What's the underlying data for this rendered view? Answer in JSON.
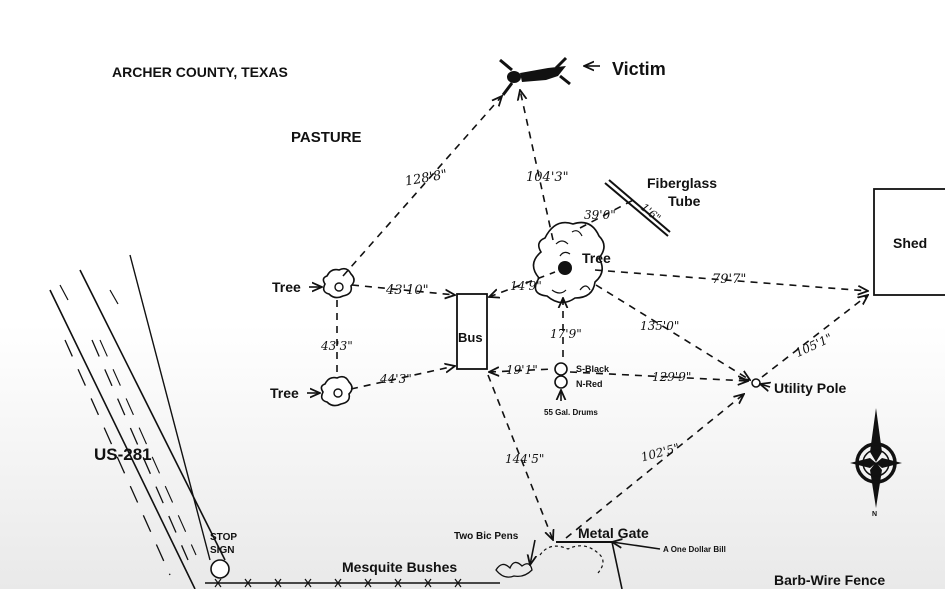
{
  "title": "ARCHER COUNTY, TEXAS",
  "area_label": "PASTURE",
  "victim_label": "Victim",
  "fiberglass_line1": "Fiberglass",
  "fiberglass_line2": "Tube",
  "tube_measure": "1'6\"",
  "shed_label": "Shed",
  "tree_labels": {
    "upper_left": "Tree",
    "lower_left": "Tree",
    "center": "Tree"
  },
  "bus_label": "Bus",
  "drums": {
    "south": "S-Black",
    "north": "N-Red",
    "caption": "55 Gal. Drums"
  },
  "utility_pole": "Utility Pole",
  "road_label": "US-281",
  "stop_sign": {
    "line1": "STOP",
    "line2": "SIGN"
  },
  "metal_gate": "Metal Gate",
  "two_bic_pens": "Two Bic Pens",
  "dollar_bill": "A One Dollar Bill",
  "mesquite_bushes": "Mesquite Bushes",
  "barb_wire_fence": "Barb-Wire Fence",
  "compass_north": "N",
  "measurements": {
    "tree_to_victim": "128'8\"",
    "tree_center_to_victim": "104'3\"",
    "tree_center_to_tube": "39'0\"",
    "tree_center_to_shed": "79'7\"",
    "tree_left_to_bus": "43'10\"",
    "bus_to_tree_center": "14'9\"",
    "tree_center_to_pole": "135'0\"",
    "tree_to_tree": "43'3\"",
    "lower_tree_to_bus": "44'3\"",
    "tree_center_to_drums": "17'9\"",
    "bus_to_drums": "19'1\"",
    "drums_to_pole": "129'9\"",
    "pole_to_shed": "105'1\"",
    "bus_to_gate": "144'5\"",
    "gate_to_pole": "102'5\""
  }
}
